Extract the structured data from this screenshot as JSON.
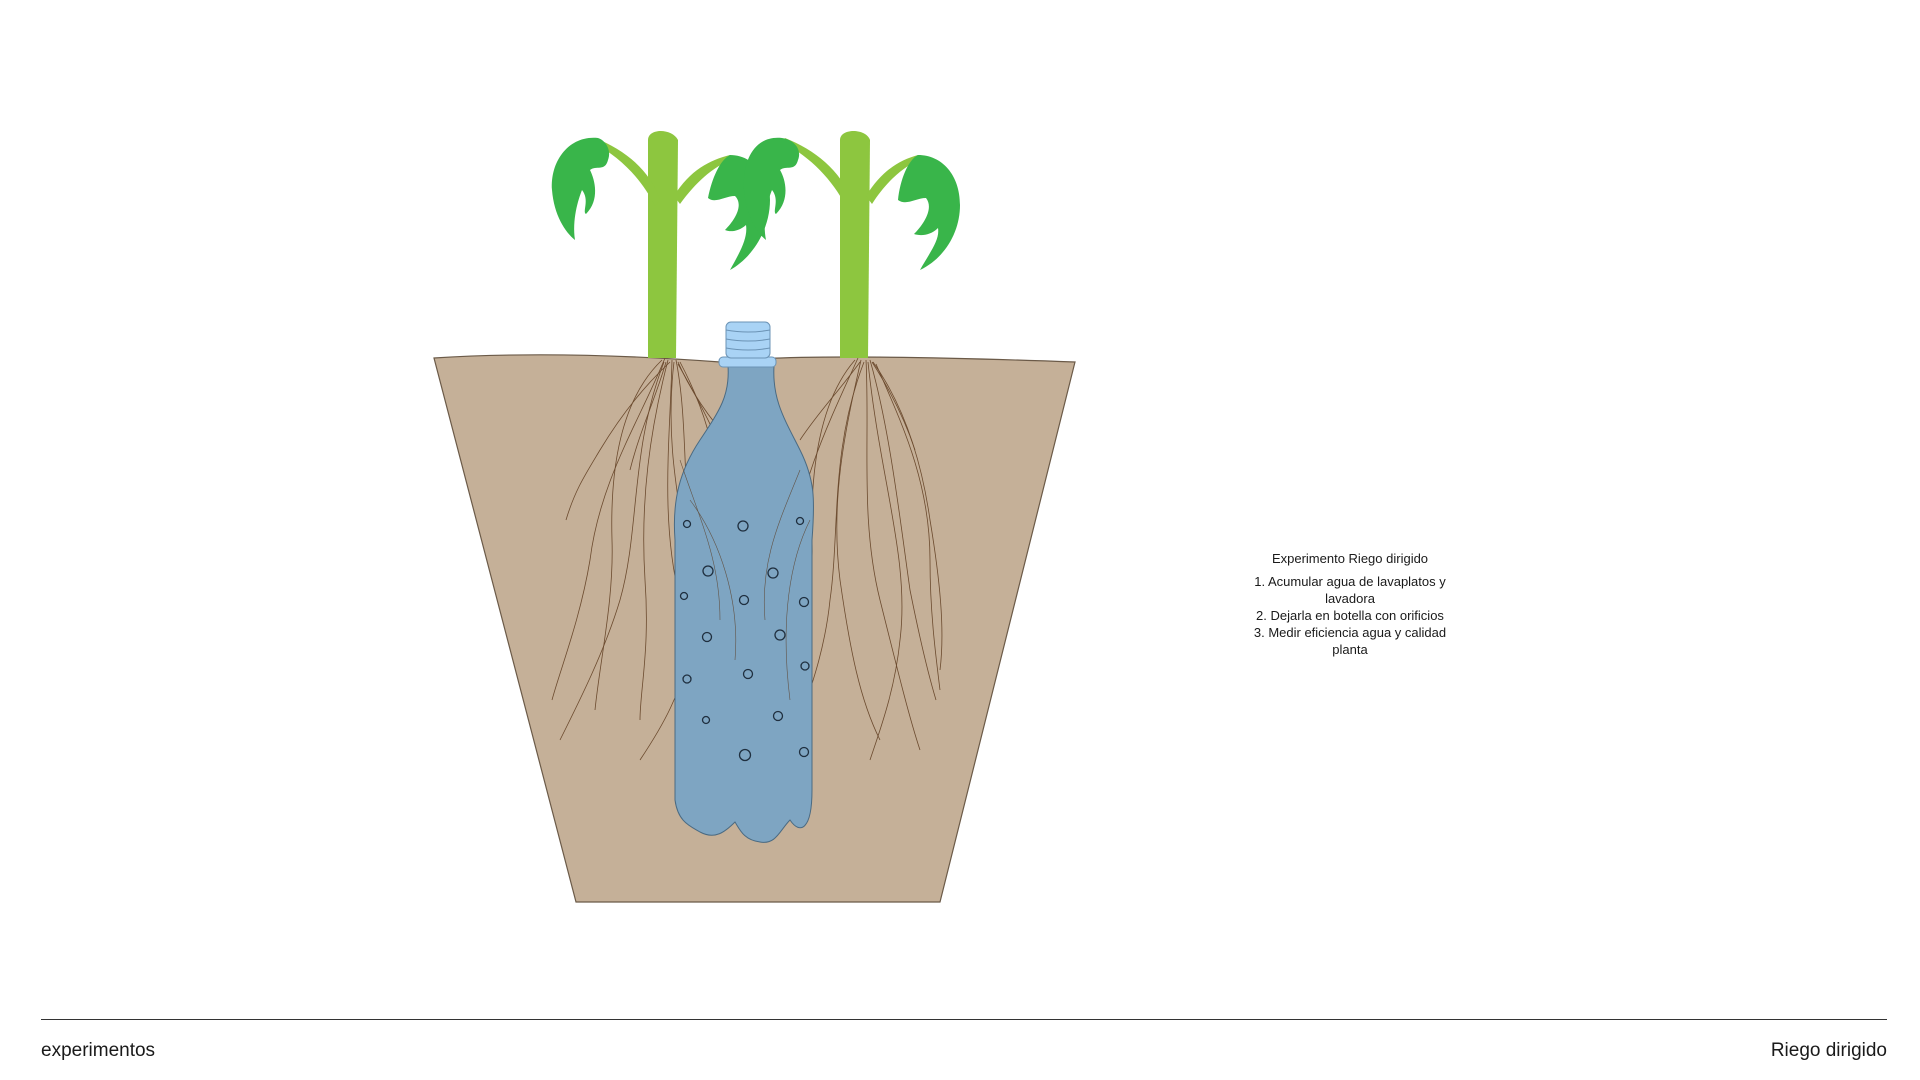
{
  "colors": {
    "soil": "#c5b098",
    "soil_outline": "#6b5a48",
    "bottle": "#7ea5c2",
    "bottle_cap": "#a9d3f5",
    "stem": "#8dc63f",
    "leaf": "#39b54a",
    "root": "#6b4a2e"
  },
  "icons": [
    "plant-icon",
    "bottle-icon",
    "pot-icon"
  ],
  "info": {
    "title": "Experimento Riego dirigido",
    "steps": [
      "1. Acumular agua de lavaplatos y lavadora",
      "2. Dejarla en botella con orificios",
      "3. Medir eficiencia agua y calidad planta"
    ]
  },
  "footer": {
    "left": "experimentos",
    "right": "Riego dirigido"
  }
}
